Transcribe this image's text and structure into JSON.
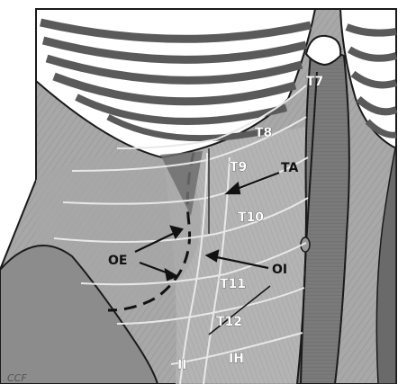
{
  "labels": {
    "t7": "T7",
    "t8": "T8",
    "t9": "T9",
    "t10": "T10",
    "t11": "T11",
    "t12": "T12",
    "ta": "TA",
    "oe": "OE",
    "oi": "OI",
    "ii": "II",
    "ih": "IH",
    "credit": "CCF"
  },
  "colors": {
    "background": "#ffffff",
    "muscle_mid": "#9a9a9a",
    "muscle_light": "#c4c4c4",
    "muscle_dark": "#6a6a6a",
    "rectus": "#7d7d7d",
    "nerve": "#e6e6e6",
    "outline": "#1a1a1a"
  }
}
